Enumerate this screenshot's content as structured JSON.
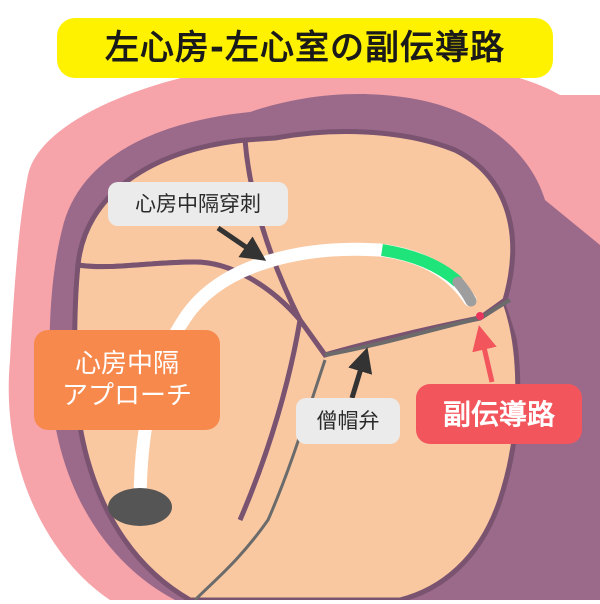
{
  "title": "左心房-左心室の副伝導路",
  "labels": {
    "septal_puncture": "心房中隔穿刺",
    "transseptal_approach_line1": "心房中隔",
    "transseptal_approach_line2": "アプローチ",
    "mitral_valve": "僧帽弁",
    "accessory_pathway": "副伝導路"
  },
  "colors": {
    "pericardium": "#f6a4a9",
    "heart_wall": "#9b6a8a",
    "outline": "#7a5370",
    "chamber": "#f9c8a1",
    "catheter": "#ffffff",
    "catheter_tip": "#1ee47a",
    "valve_line": "#6b6b6b",
    "arrow_dark": "#333333",
    "arrow_red": "#f3555d",
    "title_bg": "#fff200"
  }
}
